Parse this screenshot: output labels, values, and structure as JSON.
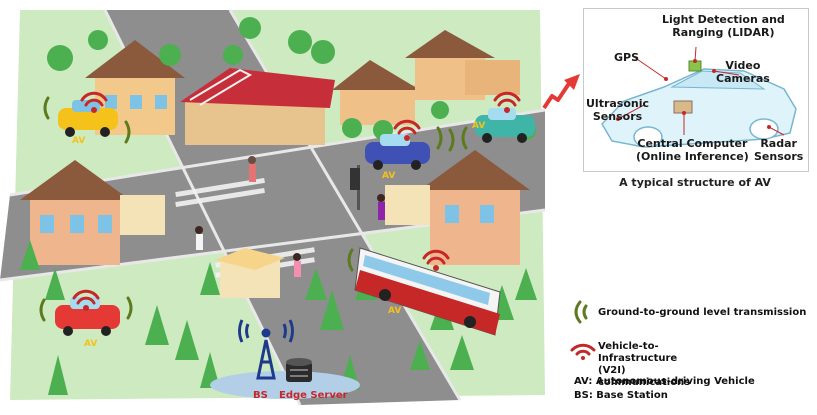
{
  "scene": {
    "av_tag": "AV",
    "bs_label": "BS",
    "edge_server_label": "Edge Server"
  },
  "av_structure": {
    "caption": "A typical structure of AV",
    "labels": {
      "lidar": "Light Detection and\nRanging (LIDAR)",
      "gps": "GPS",
      "video_cameras": "Video\nCameras",
      "ultrasonic": "Ultrasonic\nSensors",
      "central_computer": "Central Computer\n(Online Inference)",
      "radar": "Radar\nSensors"
    }
  },
  "legend": {
    "g2g": "Ground-to-ground level transmission",
    "v2i": "Vehicle-to-Infrastructure (V2I)\ncommunications",
    "av_def": "AV: Autonomous-driving Vehicle",
    "bs_def": "BS: Base Station"
  },
  "colors": {
    "grass": "#cdeac0",
    "road": "#8c8c8c",
    "wifi_red": "#c62828",
    "wave_green": "#5d7a1e",
    "arrow_red": "#e53935"
  }
}
